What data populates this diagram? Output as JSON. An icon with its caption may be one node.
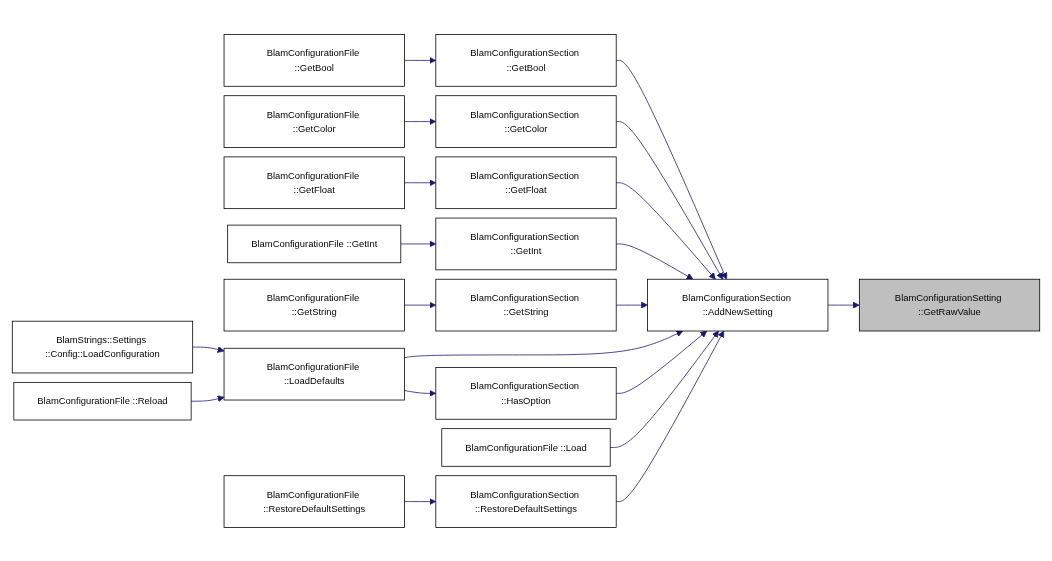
{
  "diagram": {
    "nodes": [
      {
        "text": [
          "BlamConfigurationFile ::GetBool"
        ]
      },
      {
        "text": [
          "BlamConfigurationSection ::GetBool"
        ]
      },
      {
        "text": [
          "BlamConfigurationFile ::GetColor"
        ]
      },
      {
        "text": [
          "BlamConfigurationSection ::GetColor"
        ]
      },
      {
        "text": [
          "BlamConfigurationFile ::GetFloat"
        ]
      },
      {
        "text": [
          "BlamConfigurationSection ::GetFloat"
        ]
      },
      {
        "text": [
          "BlamConfigurationFile ::GetInt"
        ]
      },
      {
        "text": [
          "BlamConfigurationSection ::GetInt"
        ]
      },
      {
        "text": [
          "BlamConfigurationFile ::GetString"
        ]
      },
      {
        "text": [
          "BlamConfigurationSection ::GetString"
        ]
      },
      {
        "text": [
          "BlamConfigurationSection ::AddNewSetting"
        ]
      },
      {
        "text": [
          "BlamConfigurationSetting ::GetRawValue"
        ]
      },
      {
        "text": [
          "BlamStrings::Settings ::Config::LoadConfiguration"
        ]
      },
      {
        "text": [
          "BlamConfigurationFile ::LoadDefaults"
        ]
      },
      {
        "text": [
          "BlamConfigurationSection ::HasOption"
        ]
      },
      {
        "text": [
          "BlamConfigurationFile ::Reload"
        ]
      },
      {
        "text": [
          "BlamConfigurationFile ::Load"
        ]
      },
      {
        "text": [
          "BlamConfigurationFile ::RestoreDefaultSettings"
        ]
      },
      {
        "text": [
          "BlamConfigurationSection ::RestoreDefaultSettings"
        ]
      }
    ],
    "edges": [
      {
        "from": 0,
        "to": 1,
        "arrow": "to"
      },
      {
        "from": 1,
        "to": 10,
        "arrow": "to"
      },
      {
        "from": 2,
        "to": 3,
        "arrow": "to"
      },
      {
        "from": 3,
        "to": 10,
        "arrow": "to"
      },
      {
        "from": 4,
        "to": 5,
        "arrow": "to"
      },
      {
        "from": 5,
        "to": 10,
        "arrow": "to"
      },
      {
        "from": 6,
        "to": 7,
        "arrow": "to"
      },
      {
        "from": 7,
        "to": 10,
        "arrow": "to"
      },
      {
        "from": 8,
        "to": 9,
        "arrow": "to"
      },
      {
        "from": 9,
        "to": 10,
        "arrow": "to"
      },
      {
        "from": 10,
        "to": 11,
        "arrow": "to"
      },
      {
        "from": 12,
        "to": 13,
        "arrow": "to"
      },
      {
        "from": 13,
        "to": 14,
        "arrow": "to"
      },
      {
        "from": 13,
        "to": 10,
        "arrow": "to"
      },
      {
        "from": 14,
        "to": 10,
        "arrow": "to"
      },
      {
        "from": 15,
        "to": 13,
        "arrow": "to"
      },
      {
        "from": 16,
        "to": 10,
        "arrow": "to"
      },
      {
        "from": 17,
        "to": 18,
        "arrow": "to"
      },
      {
        "from": 18,
        "to": 10,
        "arrow": "to"
      }
    ]
  }
}
